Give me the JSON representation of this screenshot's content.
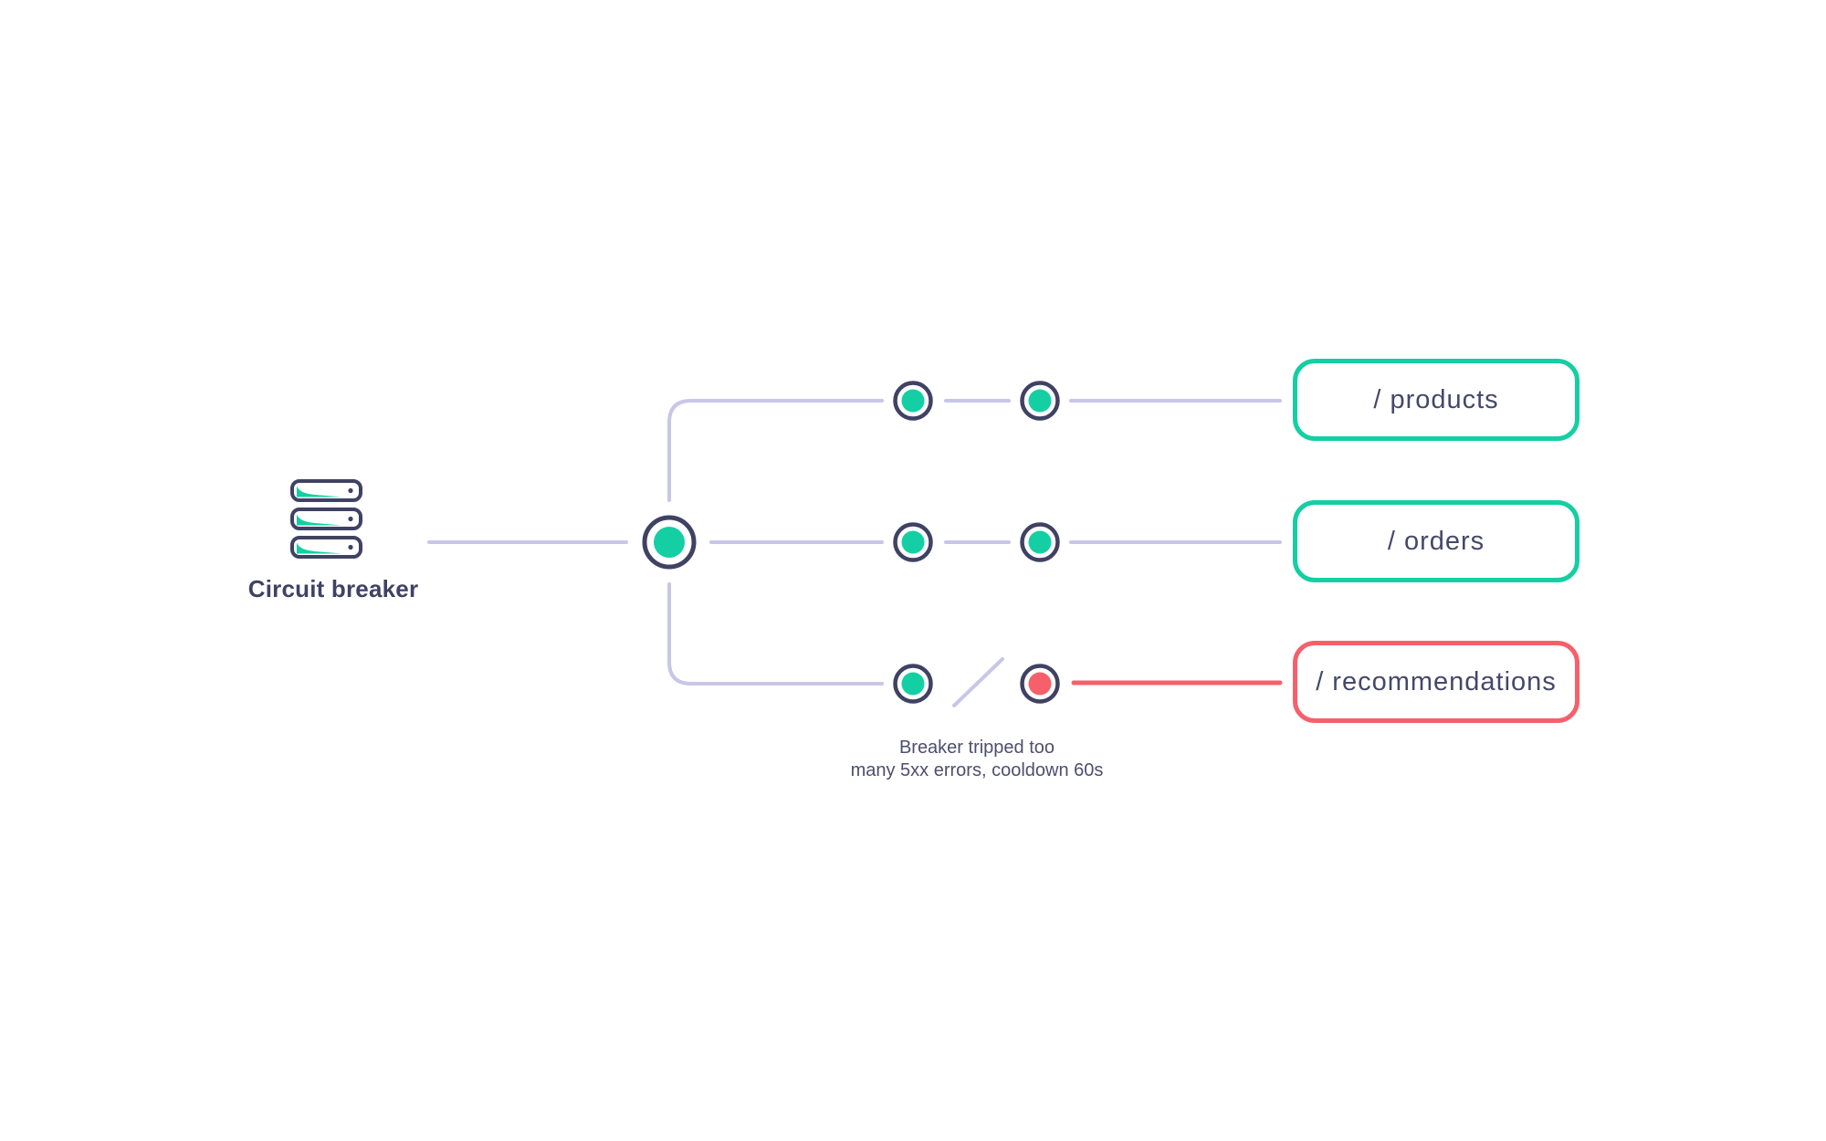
{
  "source": {
    "label": "Circuit breaker",
    "icon": "server-stack-icon"
  },
  "hub": {
    "status": "healthy"
  },
  "branches": [
    {
      "endpoint": "/ products",
      "status": "healthy",
      "nodes": [
        "healthy",
        "healthy"
      ]
    },
    {
      "endpoint": "/ orders",
      "status": "healthy",
      "nodes": [
        "healthy",
        "healthy"
      ]
    },
    {
      "endpoint": "/ recommendations",
      "status": "tripped",
      "nodes": [
        "healthy",
        "tripped"
      ]
    }
  ],
  "note": {
    "line1": "Breaker tripped too",
    "line2": "many 5xx errors, cooldown 60s"
  },
  "colors": {
    "teal": "#14cfa3",
    "red": "#f6606b",
    "slate": "#3f4263",
    "lavender": "#c8c6e8",
    "boxtext": "#454869",
    "caption": "#4c4f6d"
  }
}
